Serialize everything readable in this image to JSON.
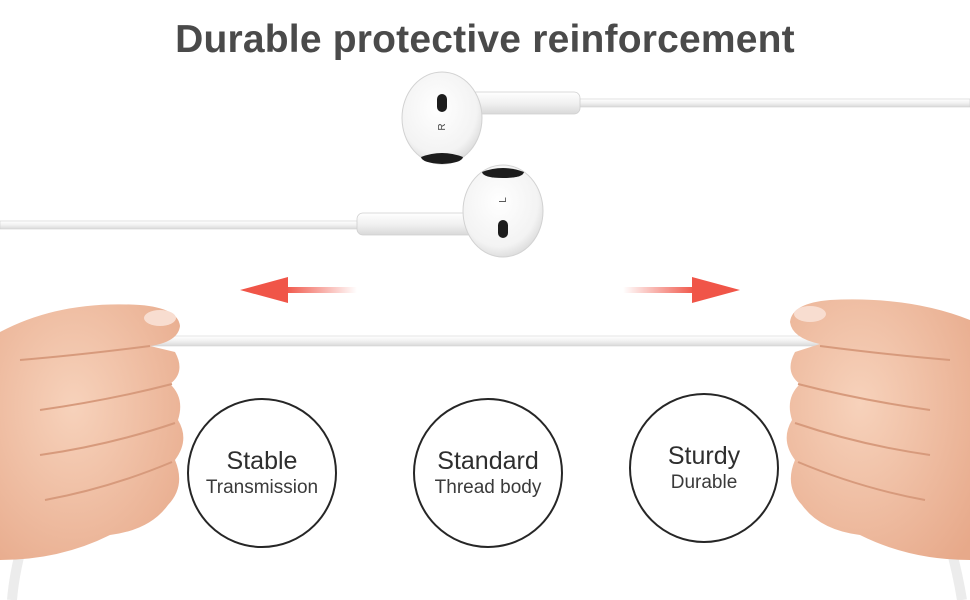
{
  "title": "Durable protective reinforcement",
  "earbuds": {
    "right_mark": "R",
    "left_mark": "L"
  },
  "arrows": {
    "color": "#f05548",
    "left_direction": "left",
    "right_direction": "right"
  },
  "badges": [
    {
      "line1": "Stable",
      "line2": "Transmission"
    },
    {
      "line1": "Standard",
      "line2": "Thread body"
    },
    {
      "line1": "Sturdy",
      "line2": "Durable"
    }
  ],
  "colors": {
    "title": "#4a4a4a",
    "skin": "#f1c2a6",
    "cable": "#f4f4f4"
  }
}
